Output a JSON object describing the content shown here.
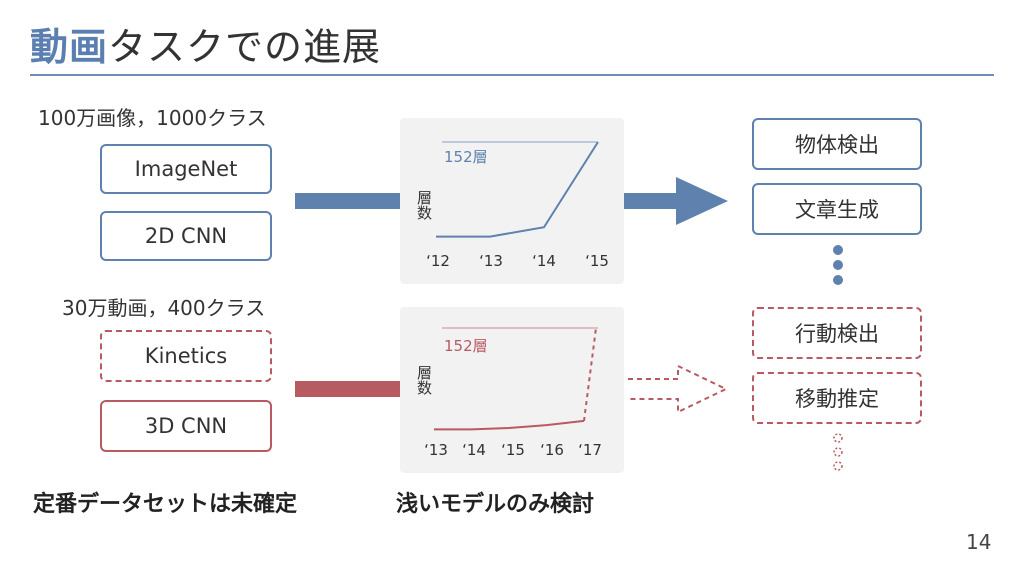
{
  "title": {
    "bold": "動画",
    "rest": "タスクでの進展"
  },
  "top": {
    "caption": "100万画像，1000クラス",
    "dataset": "ImageNet",
    "model": "2D CNN",
    "chart": {
      "layer_label": "152層",
      "ylabel": "層数",
      "ticks": [
        "‘12",
        "‘13",
        "‘14",
        "‘15"
      ]
    },
    "tasks": [
      "物体検出",
      "文章生成"
    ]
  },
  "bottom": {
    "caption": "30万動画，400クラス",
    "dataset": "Kinetics",
    "model": "3D CNN",
    "chart": {
      "layer_label": "152層",
      "ylabel": "層数",
      "ticks": [
        "‘13",
        "‘14",
        "‘15",
        "‘16",
        "‘17"
      ]
    },
    "tasks": [
      "行動検出",
      "移動推定"
    ]
  },
  "notes": {
    "left": "定番データセットは未確定",
    "right": "浅いモデルのみ検討"
  },
  "page_number": "14",
  "colors": {
    "blue": "#5f81ad",
    "red": "#b85a62",
    "panel": "#f2f2f2"
  },
  "chart_data": [
    {
      "type": "line",
      "title": "",
      "ylabel": "層数",
      "categories": [
        "‘12",
        "‘13",
        "‘14",
        "‘15"
      ],
      "values": [
        8,
        8,
        22,
        152
      ],
      "ylim": [
        0,
        152
      ],
      "reference_line": 152,
      "color": "#5f81ad",
      "line_style": "solid"
    },
    {
      "type": "line",
      "title": "",
      "ylabel": "層数",
      "categories": [
        "‘13",
        "‘14",
        "‘15",
        "‘16",
        "‘17"
      ],
      "values": [
        8,
        8,
        10,
        14,
        20,
        152
      ],
      "ylim": [
        0,
        152
      ],
      "reference_line": 152,
      "color": "#b85a62",
      "line_style": "solid-then-dashed"
    }
  ]
}
